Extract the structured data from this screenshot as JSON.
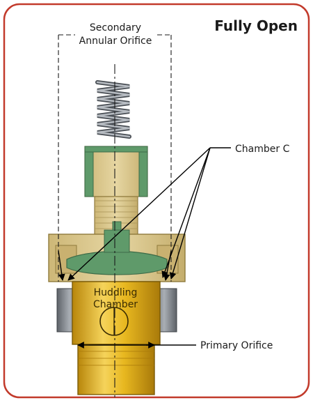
{
  "title": "Fully Open",
  "labels": {
    "secondary_line1": "Secondary",
    "secondary_line2": "Annular Orifice",
    "chamber_c": "Chamber C",
    "huddling_line1": "Huddling",
    "huddling_line2": "Chamber",
    "primary_orifice": "Primary Orifice"
  },
  "colors": {
    "frame_border": "#c23a2b",
    "brass": "#d9c48a",
    "brass_dark": "#8f7a3c",
    "green": "#5f9a6a",
    "gold": "#e3b21a",
    "steel": "#8a8f96"
  }
}
